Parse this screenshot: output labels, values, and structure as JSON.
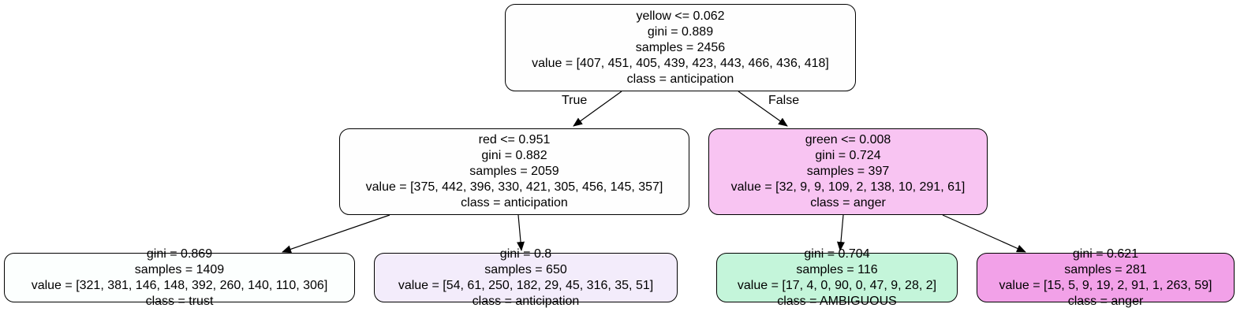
{
  "nodes": {
    "root": {
      "split": "yellow <= 0.062",
      "gini": "gini = 0.889",
      "samples": "samples = 2456",
      "value": "value = [407, 451, 405, 439, 423, 443, 466, 436, 418]",
      "class": "class = anticipation",
      "fill": "#fefefe"
    },
    "left": {
      "split": "red <= 0.951",
      "gini": "gini = 0.882",
      "samples": "samples = 2059",
      "value": "value = [375, 442, 396, 330, 421, 305, 456, 145, 357]",
      "class": "class = anticipation",
      "fill": "#fefefe"
    },
    "right": {
      "split": "green <= 0.008",
      "gini": "gini = 0.724",
      "samples": "samples = 397",
      "value": "value = [32, 9, 9, 109, 2, 138, 10, 291, 61]",
      "class": "class = anger",
      "fill": "#f8c4f2"
    },
    "ll": {
      "gini": "gini = 0.869",
      "samples": "samples = 1409",
      "value": "value = [321, 381, 146, 148, 392, 260, 140, 110, 306]",
      "class": "class = trust",
      "fill": "#fcfffe"
    },
    "lr": {
      "gini": "gini = 0.8",
      "samples": "samples = 650",
      "value": "value = [54, 61, 250, 182, 29, 45, 316, 35, 51]",
      "class": "class = anticipation",
      "fill": "#f3ecfb"
    },
    "rl": {
      "gini": "gini = 0.704",
      "samples": "samples = 116",
      "value": "value = [17, 4, 0, 90, 0, 47, 9, 28, 2]",
      "class": "class = AMBIGUOUS",
      "fill": "#c4f5da"
    },
    "rr": {
      "gini": "gini = 0.621",
      "samples": "samples = 281",
      "value": "value = [15, 5, 9, 19, 2, 91, 1, 263, 59]",
      "class": "class = anger",
      "fill": "#f2a1e8"
    }
  },
  "edges": {
    "true_label": "True",
    "false_label": "False"
  }
}
